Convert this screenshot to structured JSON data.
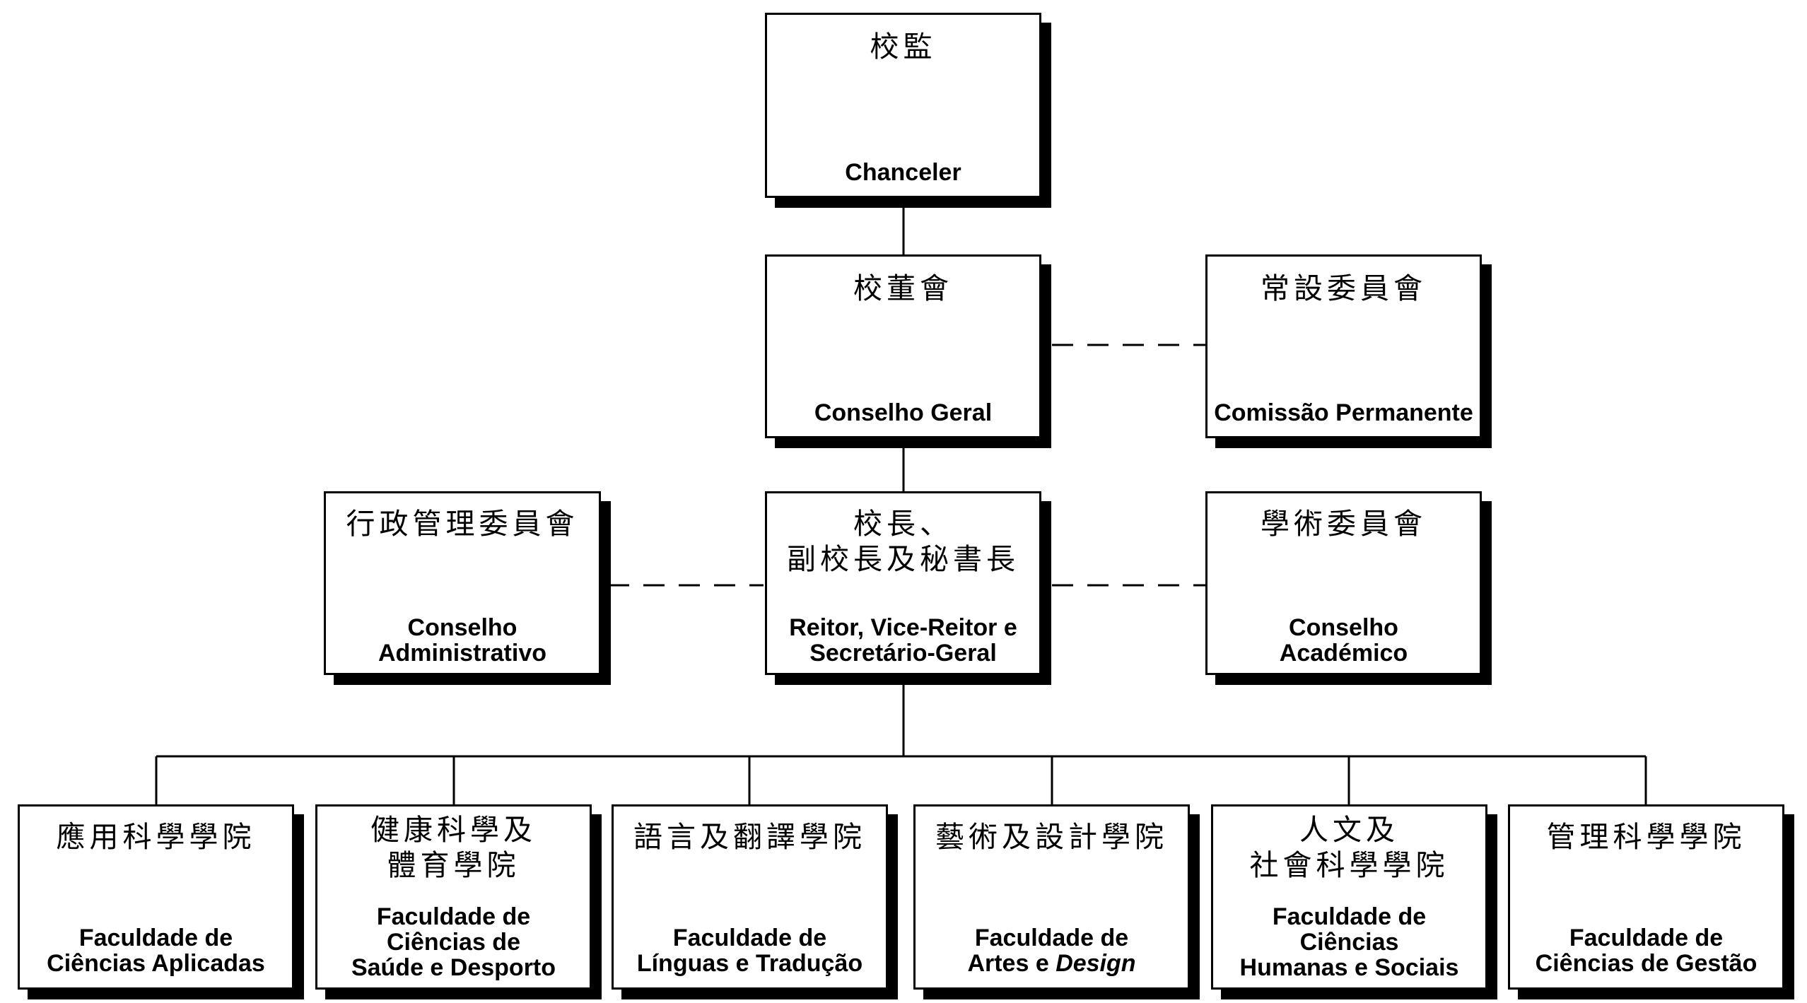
{
  "chancellor": {
    "zh": "校監",
    "pt": "Chanceler"
  },
  "general_council": {
    "zh": "校董會",
    "pt": "Conselho Geral"
  },
  "standing_committee": {
    "zh": "常設委員會",
    "pt": "Comissão Permanente"
  },
  "administrative_council": {
    "zh": "行政管理委員會",
    "pt_lines": [
      "Conselho",
      "Administrativo"
    ]
  },
  "rector": {
    "zh_lines": [
      "校長、",
      "副校長及秘書長"
    ],
    "pt_lines": [
      "Reitor, Vice-Reitor e",
      "Secretário-Geral"
    ]
  },
  "academic_council": {
    "zh": "學術委員會",
    "pt_lines": [
      "Conselho",
      "Académico"
    ]
  },
  "faculties": [
    {
      "zh_lines": [
        "應用科學學院"
      ],
      "pt_lines": [
        "Faculdade de",
        "Ciências Aplicadas"
      ]
    },
    {
      "zh_lines": [
        "健康科學及",
        "體育學院"
      ],
      "pt_lines": [
        "Faculdade de",
        "Ciências de",
        "Saúde e Desporto"
      ]
    },
    {
      "zh_lines": [
        "語言及翻譯學院"
      ],
      "pt_lines": [
        "Faculdade de",
        "Línguas e Tradução"
      ]
    },
    {
      "zh_lines": [
        "藝術及設計學院"
      ],
      "pt_lines": [
        "Faculdade de"
      ],
      "pt_last_prefix": "Artes e ",
      "pt_last_italic": "Design"
    },
    {
      "zh_lines": [
        "人文及",
        "社會科學學院"
      ],
      "pt_lines": [
        "Faculdade de",
        "Ciências",
        "Humanas e Sociais"
      ]
    },
    {
      "zh_lines": [
        "管理科學學院"
      ],
      "pt_lines": [
        "Faculdade de",
        "Ciências de Gestão"
      ]
    }
  ]
}
